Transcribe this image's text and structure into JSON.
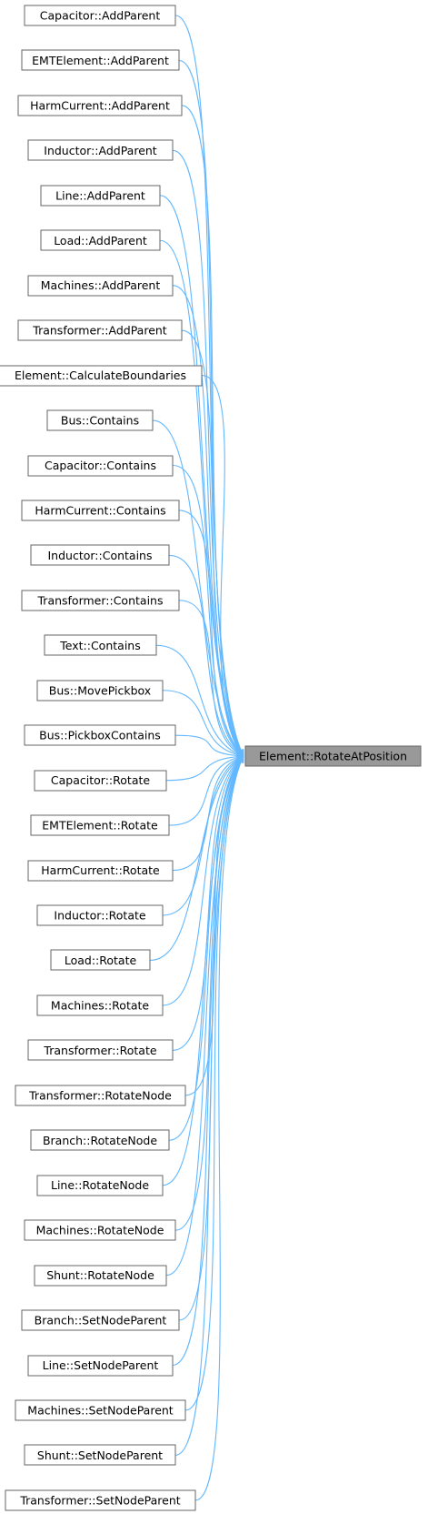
{
  "colors": {
    "edge": "#63b8ff",
    "node_border": "#666666",
    "node_fill": "#ffffff",
    "target_fill": "#999999",
    "target_border": "#666666",
    "text": "#000000"
  },
  "target": {
    "label": "Element::RotateAtPosition"
  },
  "callers": [
    {
      "label": "Capacitor::AddParent"
    },
    {
      "label": "EMTElement::AddParent"
    },
    {
      "label": "HarmCurrent::AddParent"
    },
    {
      "label": "Inductor::AddParent"
    },
    {
      "label": "Line::AddParent"
    },
    {
      "label": "Load::AddParent"
    },
    {
      "label": "Machines::AddParent"
    },
    {
      "label": "Transformer::AddParent"
    },
    {
      "label": "Element::CalculateBoundaries"
    },
    {
      "label": "Bus::Contains"
    },
    {
      "label": "Capacitor::Contains"
    },
    {
      "label": "HarmCurrent::Contains"
    },
    {
      "label": "Inductor::Contains"
    },
    {
      "label": "Transformer::Contains"
    },
    {
      "label": "Text::Contains"
    },
    {
      "label": "Bus::MovePickbox"
    },
    {
      "label": "Bus::PickboxContains"
    },
    {
      "label": "Capacitor::Rotate"
    },
    {
      "label": "EMTElement::Rotate"
    },
    {
      "label": "HarmCurrent::Rotate"
    },
    {
      "label": "Inductor::Rotate"
    },
    {
      "label": "Load::Rotate"
    },
    {
      "label": "Machines::Rotate"
    },
    {
      "label": "Transformer::Rotate"
    },
    {
      "label": "Transformer::RotateNode"
    },
    {
      "label": "Branch::RotateNode"
    },
    {
      "label": "Line::RotateNode"
    },
    {
      "label": "Machines::RotateNode"
    },
    {
      "label": "Shunt::RotateNode"
    },
    {
      "label": "Branch::SetNodeParent"
    },
    {
      "label": "Line::SetNodeParent"
    },
    {
      "label": "Machines::SetNodeParent"
    },
    {
      "label": "Shunt::SetNodeParent"
    },
    {
      "label": "Transformer::SetNodeParent"
    }
  ]
}
